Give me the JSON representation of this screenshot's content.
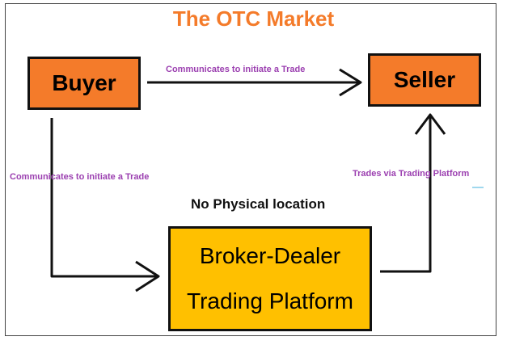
{
  "title": "The OTC Market",
  "nodes": {
    "buyer": "Buyer",
    "seller": "Seller",
    "broker_line1": "Broker-Dealer",
    "broker_line2": "Trading Platform"
  },
  "edges": {
    "buyer_to_seller": "Communicates to initiate a Trade",
    "buyer_to_broker": "Communicates to initiate a Trade",
    "broker_to_seller": "Trades via Trading Platform"
  },
  "note": "No Physical location",
  "colors": {
    "title": "#f47b2a",
    "buyer_seller_fill": "#f47b2a",
    "broker_fill": "#ffc000",
    "edge_label": "#9b3fb0"
  }
}
